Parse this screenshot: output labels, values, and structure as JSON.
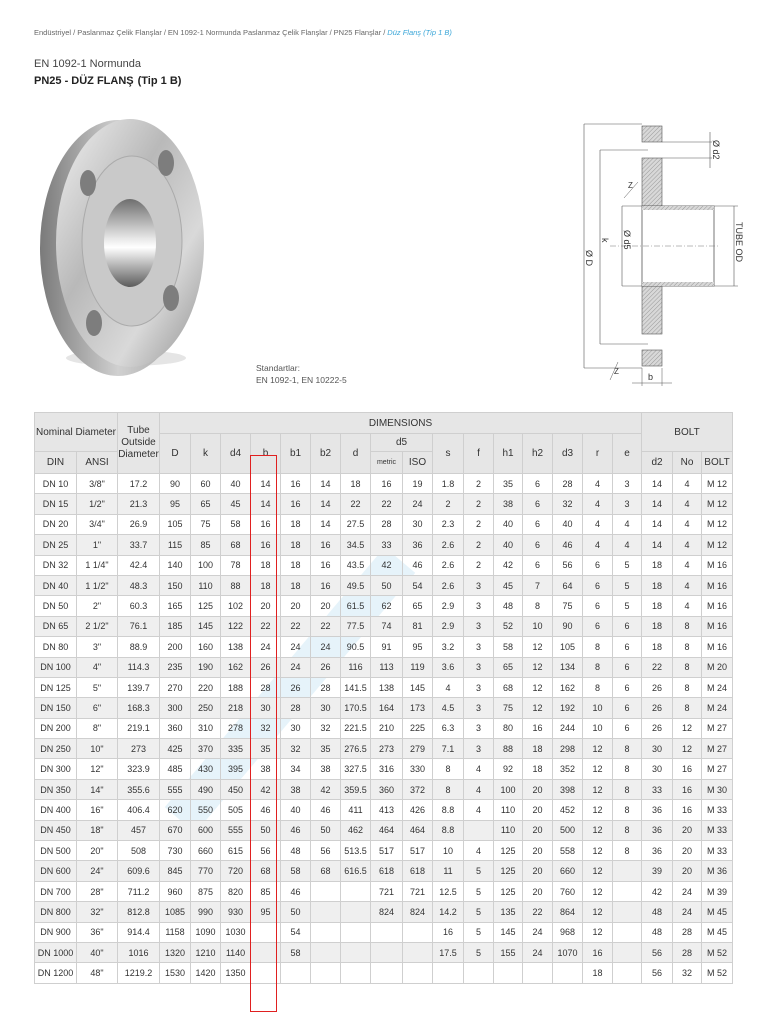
{
  "breadcrumb": {
    "items": [
      "Endüstriyel",
      "Paslanmaz Çelik Flanşlar",
      "EN 1092-1 Normunda Paslanmaz Çelik Flanşlar",
      "PN25 Flanşlar"
    ],
    "separator": "/",
    "current": "Düz Flanş (Tip 1 B)"
  },
  "header": {
    "subtitle": "EN 1092-1 Normunda",
    "title": "PN25 - DÜZ FLANŞ",
    "type": "(Tip 1 B)"
  },
  "standards": {
    "label": "Standartlar:",
    "value": "EN 1092-1, EN 10222-5"
  },
  "drawing": {
    "labels": {
      "d2": "Ø d2",
      "d5": "Ø d5",
      "D": "Ø D",
      "k": "k",
      "tube_od": "TUBE OD",
      "b": "b",
      "z1": "Z",
      "z2": "Z"
    }
  },
  "colors": {
    "accent": "#3aa6d8",
    "highlight": "#e02020",
    "header_bg": "#e6e6e6",
    "row_alt": "#efefef"
  },
  "table": {
    "headers": {
      "nominal_diameter": "Nominal Diameter",
      "tube_outside_diameter": "Tube Outside Diameter",
      "dimensions": "DIMENSIONS",
      "bolt_group": "BOLT",
      "din": "DIN",
      "ansi": "ANSI",
      "D": "D",
      "k": "k",
      "d4": "d4",
      "b": "b",
      "b1": "b1",
      "b2": "b2",
      "d": "d",
      "d5": "d5",
      "metric": "metric",
      "iso": "ISO",
      "s": "s",
      "f": "f",
      "h1": "h1",
      "h2": "h2",
      "d3": "d3",
      "r": "r",
      "e": "e",
      "d2": "d2",
      "no": "No",
      "bolt": "BOLT"
    },
    "columns": [
      "DIN",
      "ANSI",
      "Tube OD",
      "D",
      "k",
      "d4",
      "b",
      "b1",
      "b2",
      "d",
      "d5 metric",
      "d5 ISO",
      "s",
      "f",
      "h1",
      "h2",
      "d3",
      "r",
      "e",
      "d2",
      "No",
      "BOLT"
    ],
    "rows": [
      [
        "DN 10",
        "3/8\"",
        "17.2",
        "90",
        "60",
        "40",
        "14",
        "16",
        "14",
        "18",
        "16",
        "19",
        "1.8",
        "2",
        "35",
        "6",
        "28",
        "4",
        "3",
        "14",
        "4",
        "M 12"
      ],
      [
        "DN 15",
        "1/2\"",
        "21.3",
        "95",
        "65",
        "45",
        "14",
        "16",
        "14",
        "22",
        "22",
        "24",
        "2",
        "2",
        "38",
        "6",
        "32",
        "4",
        "3",
        "14",
        "4",
        "M 12"
      ],
      [
        "DN 20",
        "3/4\"",
        "26.9",
        "105",
        "75",
        "58",
        "16",
        "18",
        "14",
        "27.5",
        "28",
        "30",
        "2.3",
        "2",
        "40",
        "6",
        "40",
        "4",
        "4",
        "14",
        "4",
        "M 12"
      ],
      [
        "DN 25",
        "1\"",
        "33.7",
        "115",
        "85",
        "68",
        "16",
        "18",
        "16",
        "34.5",
        "33",
        "36",
        "2.6",
        "2",
        "40",
        "6",
        "46",
        "4",
        "4",
        "14",
        "4",
        "M 12"
      ],
      [
        "DN 32",
        "1 1/4\"",
        "42.4",
        "140",
        "100",
        "78",
        "18",
        "18",
        "16",
        "43.5",
        "42",
        "46",
        "2.6",
        "2",
        "42",
        "6",
        "56",
        "6",
        "5",
        "18",
        "4",
        "M 16"
      ],
      [
        "DN 40",
        "1 1/2\"",
        "48.3",
        "150",
        "110",
        "88",
        "18",
        "18",
        "16",
        "49.5",
        "50",
        "54",
        "2.6",
        "3",
        "45",
        "7",
        "64",
        "6",
        "5",
        "18",
        "4",
        "M 16"
      ],
      [
        "DN 50",
        "2\"",
        "60.3",
        "165",
        "125",
        "102",
        "20",
        "20",
        "20",
        "61.5",
        "62",
        "65",
        "2.9",
        "3",
        "48",
        "8",
        "75",
        "6",
        "5",
        "18",
        "4",
        "M 16"
      ],
      [
        "DN 65",
        "2 1/2\"",
        "76.1",
        "185",
        "145",
        "122",
        "22",
        "22",
        "22",
        "77.5",
        "74",
        "81",
        "2.9",
        "3",
        "52",
        "10",
        "90",
        "6",
        "6",
        "18",
        "8",
        "M 16"
      ],
      [
        "DN 80",
        "3\"",
        "88.9",
        "200",
        "160",
        "138",
        "24",
        "24",
        "24",
        "90.5",
        "91",
        "95",
        "3.2",
        "3",
        "58",
        "12",
        "105",
        "8",
        "6",
        "18",
        "8",
        "M 16"
      ],
      [
        "DN 100",
        "4\"",
        "114.3",
        "235",
        "190",
        "162",
        "26",
        "24",
        "26",
        "116",
        "113",
        "119",
        "3.6",
        "3",
        "65",
        "12",
        "134",
        "8",
        "6",
        "22",
        "8",
        "M 20"
      ],
      [
        "DN 125",
        "5\"",
        "139.7",
        "270",
        "220",
        "188",
        "28",
        "26",
        "28",
        "141.5",
        "138",
        "145",
        "4",
        "3",
        "68",
        "12",
        "162",
        "8",
        "6",
        "26",
        "8",
        "M 24"
      ],
      [
        "DN 150",
        "6\"",
        "168.3",
        "300",
        "250",
        "218",
        "30",
        "28",
        "30",
        "170.5",
        "164",
        "173",
        "4.5",
        "3",
        "75",
        "12",
        "192",
        "10",
        "6",
        "26",
        "8",
        "M 24"
      ],
      [
        "DN 200",
        "8\"",
        "219.1",
        "360",
        "310",
        "278",
        "32",
        "30",
        "32",
        "221.5",
        "210",
        "225",
        "6.3",
        "3",
        "80",
        "16",
        "244",
        "10",
        "6",
        "26",
        "12",
        "M 27"
      ],
      [
        "DN 250",
        "10\"",
        "273",
        "425",
        "370",
        "335",
        "35",
        "32",
        "35",
        "276.5",
        "273",
        "279",
        "7.1",
        "3",
        "88",
        "18",
        "298",
        "12",
        "8",
        "30",
        "12",
        "M 27"
      ],
      [
        "DN 300",
        "12\"",
        "323.9",
        "485",
        "430",
        "395",
        "38",
        "34",
        "38",
        "327.5",
        "316",
        "330",
        "8",
        "4",
        "92",
        "18",
        "352",
        "12",
        "8",
        "30",
        "16",
        "M 27"
      ],
      [
        "DN 350",
        "14\"",
        "355.6",
        "555",
        "490",
        "450",
        "42",
        "38",
        "42",
        "359.5",
        "360",
        "372",
        "8",
        "4",
        "100",
        "20",
        "398",
        "12",
        "8",
        "33",
        "16",
        "M 30"
      ],
      [
        "DN 400",
        "16\"",
        "406.4",
        "620",
        "550",
        "505",
        "46",
        "40",
        "46",
        "411",
        "413",
        "426",
        "8.8",
        "4",
        "110",
        "20",
        "452",
        "12",
        "8",
        "36",
        "16",
        "M 33"
      ],
      [
        "DN 450",
        "18\"",
        "457",
        "670",
        "600",
        "555",
        "50",
        "46",
        "50",
        "462",
        "464",
        "464",
        "8.8",
        "",
        "110",
        "20",
        "500",
        "12",
        "8",
        "36",
        "20",
        "M 33"
      ],
      [
        "DN 500",
        "20\"",
        "508",
        "730",
        "660",
        "615",
        "56",
        "48",
        "56",
        "513.5",
        "517",
        "517",
        "10",
        "4",
        "125",
        "20",
        "558",
        "12",
        "8",
        "36",
        "20",
        "M 33"
      ],
      [
        "DN 600",
        "24\"",
        "609.6",
        "845",
        "770",
        "720",
        "68",
        "58",
        "68",
        "616.5",
        "618",
        "618",
        "11",
        "5",
        "125",
        "20",
        "660",
        "12",
        "",
        "39",
        "20",
        "M 36"
      ],
      [
        "DN 700",
        "28\"",
        "711.2",
        "960",
        "875",
        "820",
        "85",
        "46",
        "",
        "",
        "721",
        "721",
        "12.5",
        "5",
        "125",
        "20",
        "760",
        "12",
        "",
        "42",
        "24",
        "M 39"
      ],
      [
        "DN 800",
        "32\"",
        "812.8",
        "1085",
        "990",
        "930",
        "95",
        "50",
        "",
        "",
        "824",
        "824",
        "14.2",
        "5",
        "135",
        "22",
        "864",
        "12",
        "",
        "48",
        "24",
        "M 45"
      ],
      [
        "DN 900",
        "36\"",
        "914.4",
        "1158",
        "1090",
        "1030",
        "",
        "54",
        "",
        "",
        "",
        "",
        "16",
        "5",
        "145",
        "24",
        "968",
        "12",
        "",
        "48",
        "28",
        "M 45"
      ],
      [
        "DN 1000",
        "40\"",
        "1016",
        "1320",
        "1210",
        "1140",
        "",
        "58",
        "",
        "",
        "",
        "",
        "17.5",
        "5",
        "155",
        "24",
        "1070",
        "16",
        "",
        "56",
        "28",
        "M 52"
      ],
      [
        "DN 1200",
        "48\"",
        "1219.2",
        "1530",
        "1420",
        "1350",
        "",
        "",
        "",
        "",
        "",
        "",
        "",
        "",
        "",
        "",
        "",
        "18",
        "",
        "56",
        "32",
        "M 52"
      ]
    ]
  }
}
